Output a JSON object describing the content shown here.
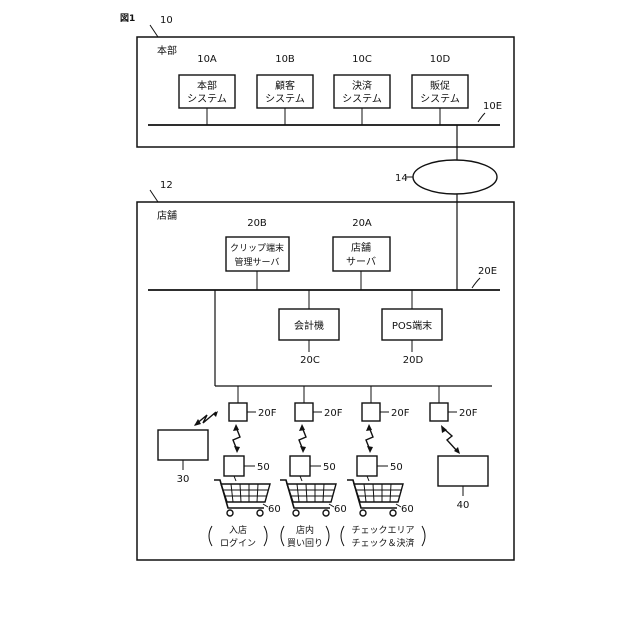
{
  "figure_label": "図1",
  "hq": {
    "ref": "10",
    "title": "本部",
    "bus_ref": "10E",
    "systems": [
      {
        "ref": "10A",
        "line1": "本部",
        "line2": "システム"
      },
      {
        "ref": "10B",
        "line1": "顧客",
        "line2": "システム"
      },
      {
        "ref": "10C",
        "line1": "決済",
        "line2": "システム"
      },
      {
        "ref": "10D",
        "line1": "販促",
        "line2": "システム"
      }
    ]
  },
  "network": {
    "ref": "14"
  },
  "store": {
    "ref": "12",
    "title": "店舗",
    "bus_ref": "20E",
    "clip_server": {
      "ref": "20B",
      "line1": "クリップ端末",
      "line2": "管理サーバ"
    },
    "store_server": {
      "ref": "20A",
      "line1": "店舗",
      "line2": "サーバ"
    },
    "checkout": {
      "ref": "20C",
      "label": "会計機"
    },
    "pos": {
      "ref": "20D",
      "label": "POS端末"
    },
    "access_points": [
      {
        "ref": "20F"
      },
      {
        "ref": "20F"
      },
      {
        "ref": "20F"
      },
      {
        "ref": "20F"
      }
    ],
    "terminals": [
      {
        "ref": "50"
      },
      {
        "ref": "50"
      },
      {
        "ref": "50"
      }
    ],
    "carts": [
      {
        "ref": "60"
      },
      {
        "ref": "60"
      },
      {
        "ref": "60"
      }
    ],
    "device_left": {
      "ref": "30"
    },
    "device_right": {
      "ref": "40"
    },
    "stages": [
      {
        "line1": "入店",
        "line2": "ログイン"
      },
      {
        "line1": "店内",
        "line2": "買い回り"
      },
      {
        "line1": "チェックエリア",
        "line2": "チェック＆決済"
      }
    ]
  }
}
